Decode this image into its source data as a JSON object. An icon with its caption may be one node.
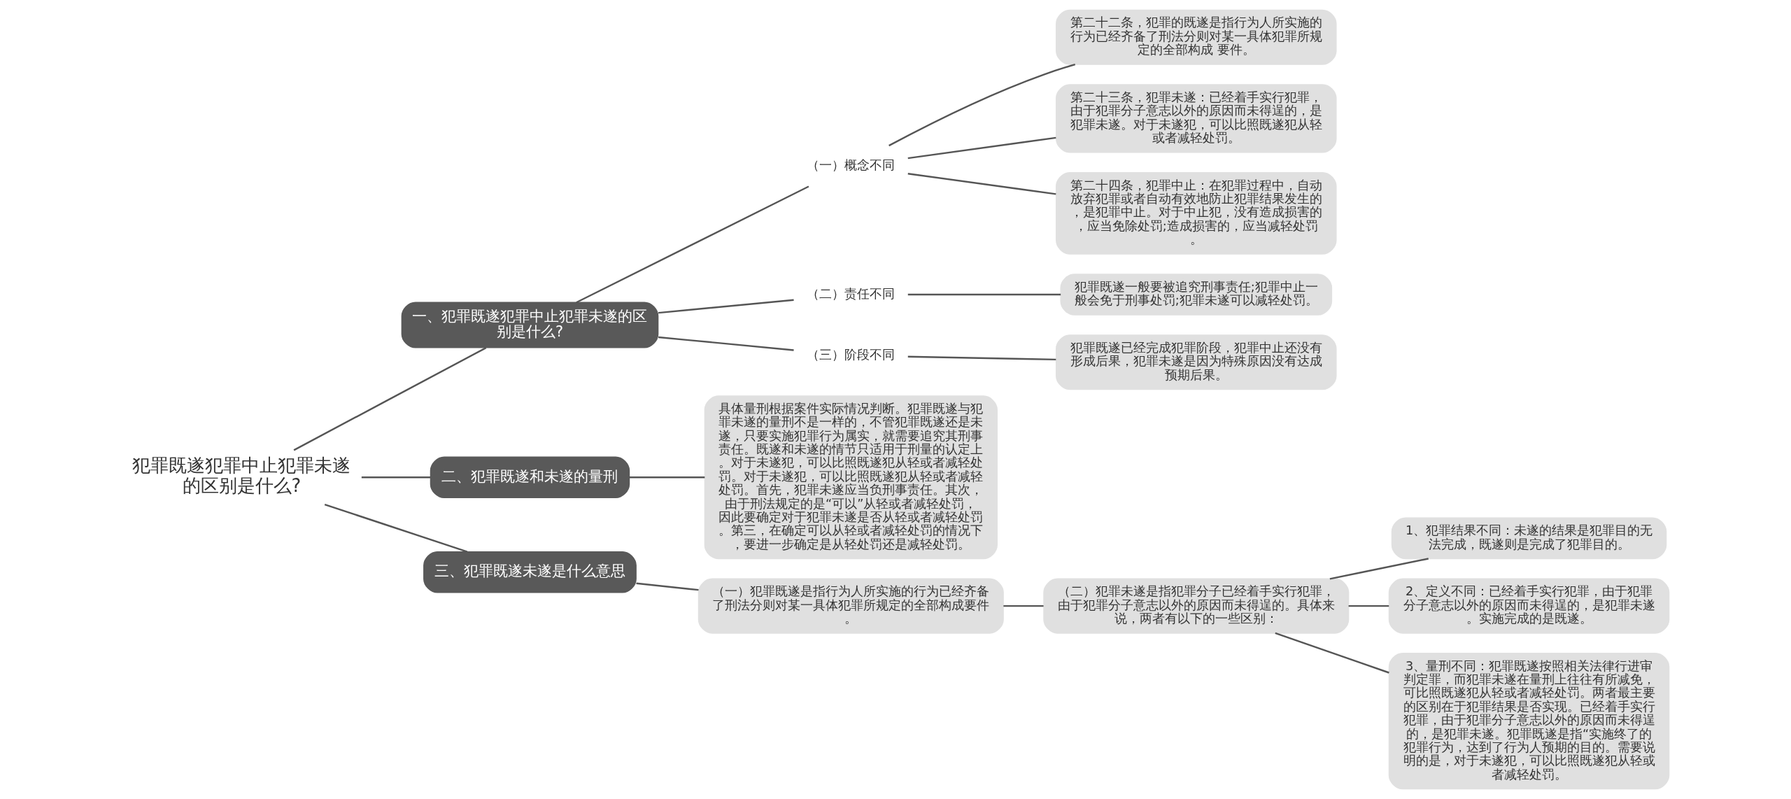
{
  "diagram": {
    "nodes": [
      {
        "text": [
          "犯罪既遂犯罪中止犯罪未遂的区别是什么?"
        ]
      },
      {
        "text": [
          "一、犯罪既遂犯罪中止犯罪未遂的区别是什么?"
        ]
      },
      {
        "text": [
          "（一）概念不同"
        ]
      },
      {
        "text": [
          "第二十二条，犯罪的既遂是指行为人所实施的行为已经齐备了刑法分则对某一具体犯罪所规定的全部构成 要件。"
        ]
      },
      {
        "text": [
          "第二十三条，犯罪未遂：已经着手实行犯罪，由于犯罪分子意志以外的原因而未得逞的，是犯罪未遂。对于未遂犯，可以比照既遂犯从轻或者减轻处罚。"
        ]
      },
      {
        "text": [
          "第二十四条，犯罪中止：在犯罪过程中，自动放弃犯罪或者自动有效地防止犯罪结果发生的，是犯罪中止。对于中止犯，没有造成损害的，应当免除处罚;造成损害的，应当减轻处罚。"
        ]
      },
      {
        "text": [
          "（二）责任不同"
        ]
      },
      {
        "text": [
          "犯罪既遂一般要被追究刑事责任;犯罪中止一般会免于刑事处罚;犯罪未遂可以减轻处罚。"
        ]
      },
      {
        "text": [
          "（三）阶段不同"
        ]
      },
      {
        "text": [
          "犯罪既遂已经完成犯罪阶段，犯罪中止还没有形成后果，犯罪未遂是因为特殊原因没有达成预期后果。"
        ]
      },
      {
        "text": [
          "二、犯罪既遂和未遂的量刑"
        ]
      },
      {
        "text": [
          "具体量刑根据案件实际情况判断。犯罪既遂与犯罪未遂的量刑不是一样的，不管犯罪既遂还是未遂，只要实施犯罪行为属实，就需要追究其刑事责任。既遂和未遂的情节只适用于刑量的认定上。对于未遂犯，可以比照既遂犯从轻或者减轻处罚。对于未遂犯，可以比照既遂犯从轻或者减轻处罚。首先，犯罪未遂应当负刑事责任。其次，由于刑法规定的是“可以”从轻或者减轻处罚，因此要确定对于犯罪未遂是否从轻或者减轻处罚。第三，在确定可以从轻或者减轻处罚的情况下，要进一步确定是从轻处罚还是减轻处罚。"
        ]
      },
      {
        "text": [
          "三、犯罪既遂未遂是什么意思"
        ]
      },
      {
        "text": [
          "（一）犯罪既遂是指行为人所实施的行为已经齐备了刑法分则对某一具体犯罪所规定的全部构成要件。"
        ]
      },
      {
        "text": [
          "（二）犯罪未遂是指犯罪分子已经着手实行犯罪，由于犯罪分子意志以外的原因而未得逞的。具体来说，两者有以下的一些区别："
        ]
      },
      {
        "text": [
          "1、犯罪结果不同：未遂的结果是犯罪目的无法完成，既遂则是完成了犯罪目的。"
        ]
      },
      {
        "text": [
          "2、定义不同：已经着手实行犯罪，由于犯罪分子意志以外的原因而未得逞的，是犯罪未遂。实施完成的是既遂。"
        ]
      },
      {
        "text": [
          "3、量刑不同：犯罪既遂按照相关法律行进审判定罪，而犯罪未遂在量刑上往往有所减免，可比照既遂犯从轻或者减轻处罚。两者最主要的区别在于犯罪结果是否实现。已经着手实行犯罪，由于犯罪分子意志以外的原因而未得逞的，是犯罪未遂。犯罪既遂是指“实施终了的犯罪行为，达到了行为人预期的目的。需要说明的是，对于未遂犯，可以比照既遂犯从轻或者减轻处罚。"
        ]
      }
    ],
    "edges": [
      {
        "from": 0,
        "to": 1,
        "arrow": "none"
      },
      {
        "from": 1,
        "to": 2,
        "arrow": "none"
      },
      {
        "from": 2,
        "to": 3,
        "arrow": "none"
      },
      {
        "from": 2,
        "to": 4,
        "arrow": "none"
      },
      {
        "from": 2,
        "to": 5,
        "arrow": "none"
      },
      {
        "from": 1,
        "to": 6,
        "arrow": "none"
      },
      {
        "from": 6,
        "to": 7,
        "arrow": "none"
      },
      {
        "from": 1,
        "to": 8,
        "arrow": "none"
      },
      {
        "from": 8,
        "to": 9,
        "arrow": "none"
      },
      {
        "from": 0,
        "to": 10,
        "arrow": "none"
      },
      {
        "from": 10,
        "to": 11,
        "arrow": "none"
      },
      {
        "from": 0,
        "to": 12,
        "arrow": "none"
      },
      {
        "from": 12,
        "to": 13,
        "arrow": "none"
      },
      {
        "from": 13,
        "to": 14,
        "arrow": "none"
      },
      {
        "from": 14,
        "to": 15,
        "arrow": "none"
      },
      {
        "from": 14,
        "to": 16,
        "arrow": "none"
      },
      {
        "from": 14,
        "to": 17,
        "arrow": "none"
      }
    ]
  }
}
